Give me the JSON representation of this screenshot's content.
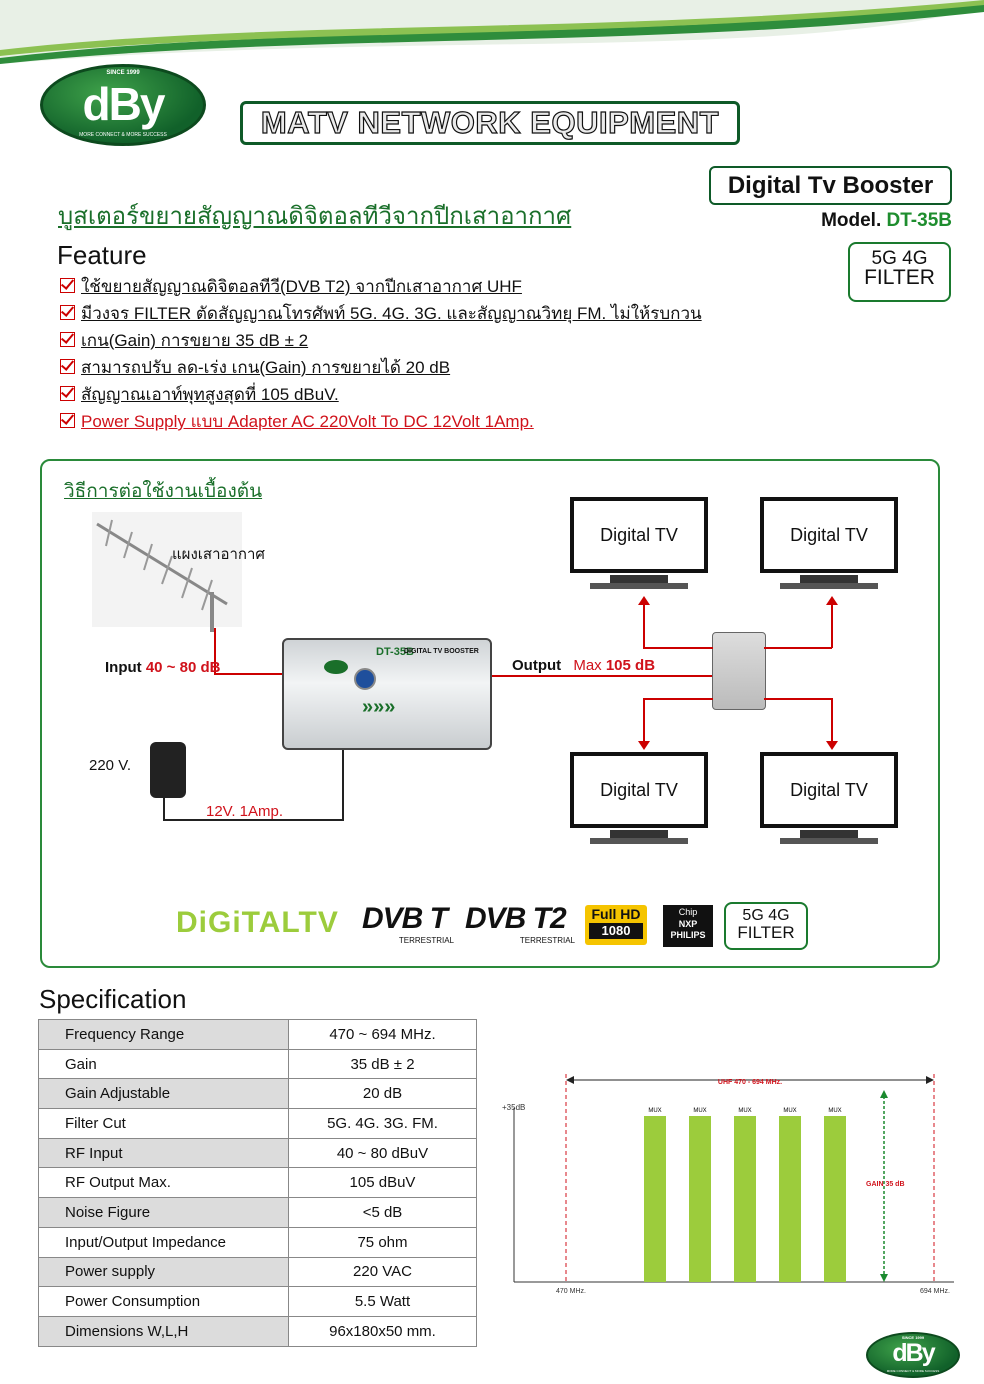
{
  "header": {
    "logo": {
      "since": "SINCE 1999",
      "mark": "dBy",
      "tagline": "MORE CONNECT & MORE SUCCESS"
    },
    "banner": "MATV NETWORK EQUIPMENT",
    "product_type": "Digital Tv Booster",
    "model_label": "Model.",
    "model_code": "DT-35B",
    "filter_badge": {
      "line1": "5G 4G",
      "line2": "FILTER"
    }
  },
  "title_th": "บูสเตอร์ขยายสัญญาณดิจิตอลทีวีจากปีกเสาอากาศ",
  "feature": {
    "heading": "Feature",
    "items": [
      "ใช้ขยายสัญญาณดิจิตอลทีวี(DVB T2) จากปีกเสาอากาศ UHF",
      "มีวงจร FILTER ตัดสัญญาณโทรศัพท์ 5G. 4G. 3G. และสัญญาณวิทยุ FM. ไม่ให้รบกวน",
      "เกน(Gain) การขยาย 35 dB ± 2",
      "สามารถปรับ ลด-เร่ง เกน(Gain) การขยายได้ 20 dB",
      "สัญญาณเอาท์พุทสูงสุดที่ 105 dBuV.",
      "Power Supply แบบ Adapter AC 220Volt To DC 12Volt 1Amp."
    ]
  },
  "usage": {
    "title": "วิธีการต่อใช้งานเบื้องต้น",
    "antenna_label": "แผงเสาอากาศ",
    "input_label": "Input",
    "input_value": "40 ~ 80 dB",
    "output_label": "Output",
    "output_value_prefix": "Max",
    "output_value": "105 dB",
    "power_label": "220 V.",
    "adapter_label": "12V. 1Amp.",
    "device_model": "DT-35B",
    "device_name": "DIGITAL TV BOOSTER",
    "tv_label": "Digital TV",
    "logos": {
      "digitaltv": "DiGiTALTV",
      "dvbt": "DVB T",
      "dvbt_sub": "TERRESTRIAL",
      "dvbt2": "DVB T2",
      "dvbt2_sub": "TERRESTRIAL",
      "fullhd": "Full HD",
      "fullhd_res": "1080",
      "chip": "Chip",
      "chip_brand": "NXP PHILIPS",
      "filter_line1": "5G 4G",
      "filter_line2": "FILTER"
    }
  },
  "spec": {
    "heading": "Specification",
    "rows": [
      {
        "k": "Frequency Range",
        "v": "470 ~ 694 MHz."
      },
      {
        "k": "Gain",
        "v": "35 dB  ± 2"
      },
      {
        "k": "Gain Adjustable",
        "v": "20 dB"
      },
      {
        "k": "Filter Cut",
        "v": "5G. 4G. 3G. FM."
      },
      {
        "k": "RF Input",
        "v": "40 ~ 80 dBuV"
      },
      {
        "k": "RF Output Max.",
        "v": "105 dBuV"
      },
      {
        "k": "Noise Figure",
        "v": "<5 dB"
      },
      {
        "k": "Input/Output Impedance",
        "v": "75 ohm"
      },
      {
        "k": "Power supply",
        "v": "220 VAC"
      },
      {
        "k": "Power Consumption",
        "v": "5.5 Watt"
      },
      {
        "k": "Dimensions  W,L,H",
        "v": "96x180x50 mm."
      }
    ]
  },
  "chart_data": {
    "type": "bar",
    "title": "UHF 470 - 694 MHz.",
    "ylabel": "+35dB",
    "x_start_label": "470 MHz.",
    "x_end_label": "694 MHz.",
    "gain_label": "GAIN 35 dB",
    "categories": [
      "MUX",
      "MUX",
      "MUX",
      "MUX",
      "MUX"
    ],
    "values": [
      35,
      35,
      35,
      35,
      35
    ],
    "ylim": [
      0,
      35
    ],
    "bar_color": "#9ccc3c",
    "accent_color": "#d0121b"
  },
  "footer_logo": {
    "since": "SINCE 1999",
    "mark": "dBy",
    "tagline": "MORE CONNECT & MORE SUCCESS"
  },
  "colors": {
    "brand_green": "#1a6f2a",
    "accent_red": "#d0121b"
  }
}
